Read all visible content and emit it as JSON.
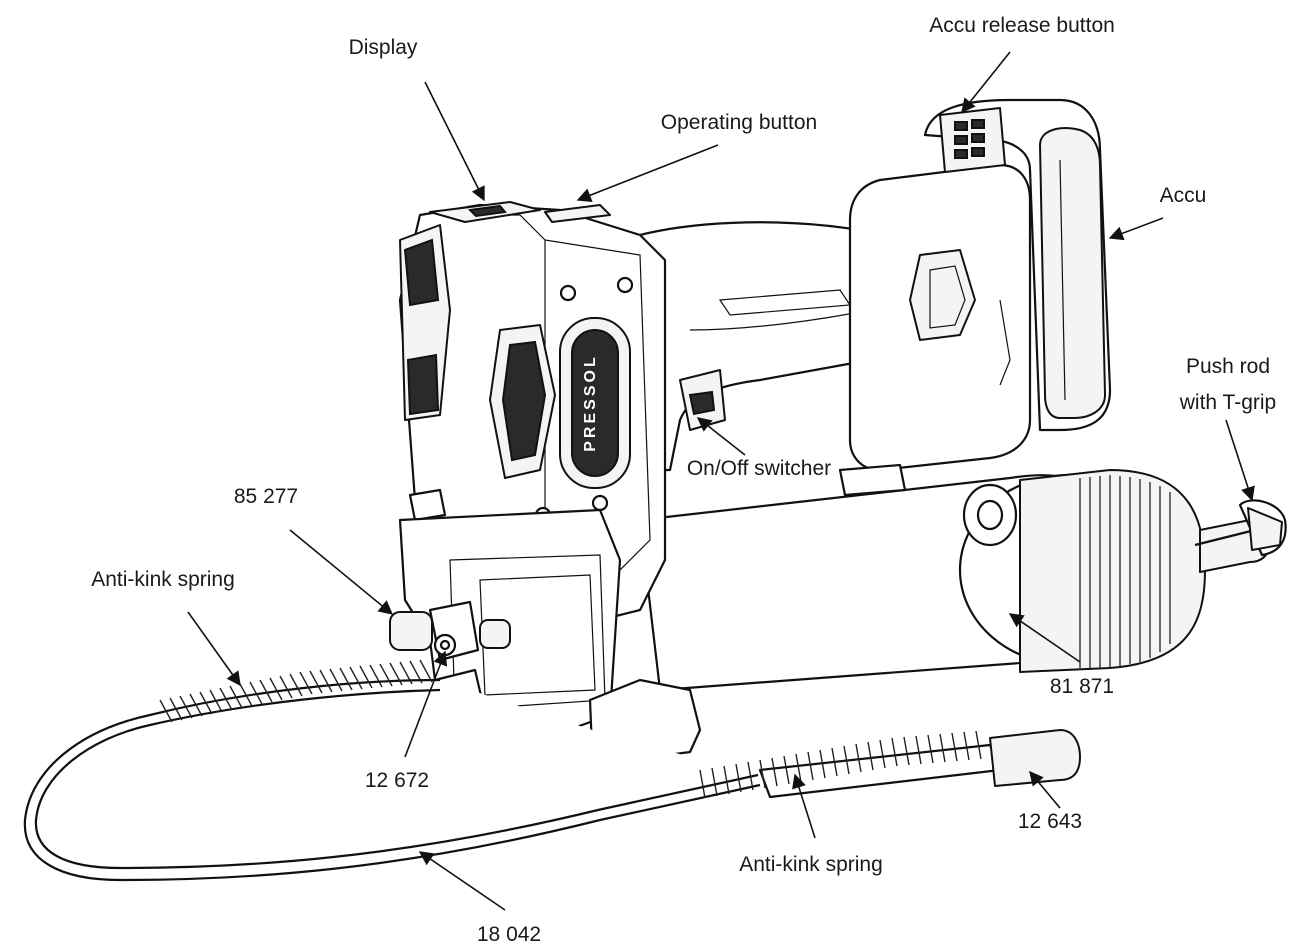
{
  "labels": {
    "display": "Display",
    "operating_button": "Operating button",
    "accu_release_button": "Accu release button",
    "accu": "Accu",
    "push_rod_line1": "Push rod",
    "push_rod_line2": "with T-grip",
    "on_off_switcher": "On/Off switcher",
    "part_85277": "85 277",
    "anti_kink_spring_upper": "Anti-kink spring",
    "part_81871": "81 871",
    "part_12672": "12 672",
    "part_12643": "12 643",
    "anti_kink_spring_lower": "Anti-kink spring",
    "part_18042": "18 042"
  },
  "brand_logo": "PRESSOL",
  "colors": {
    "line": "#111111",
    "background": "#ffffff",
    "text": "#1a1a1a"
  }
}
